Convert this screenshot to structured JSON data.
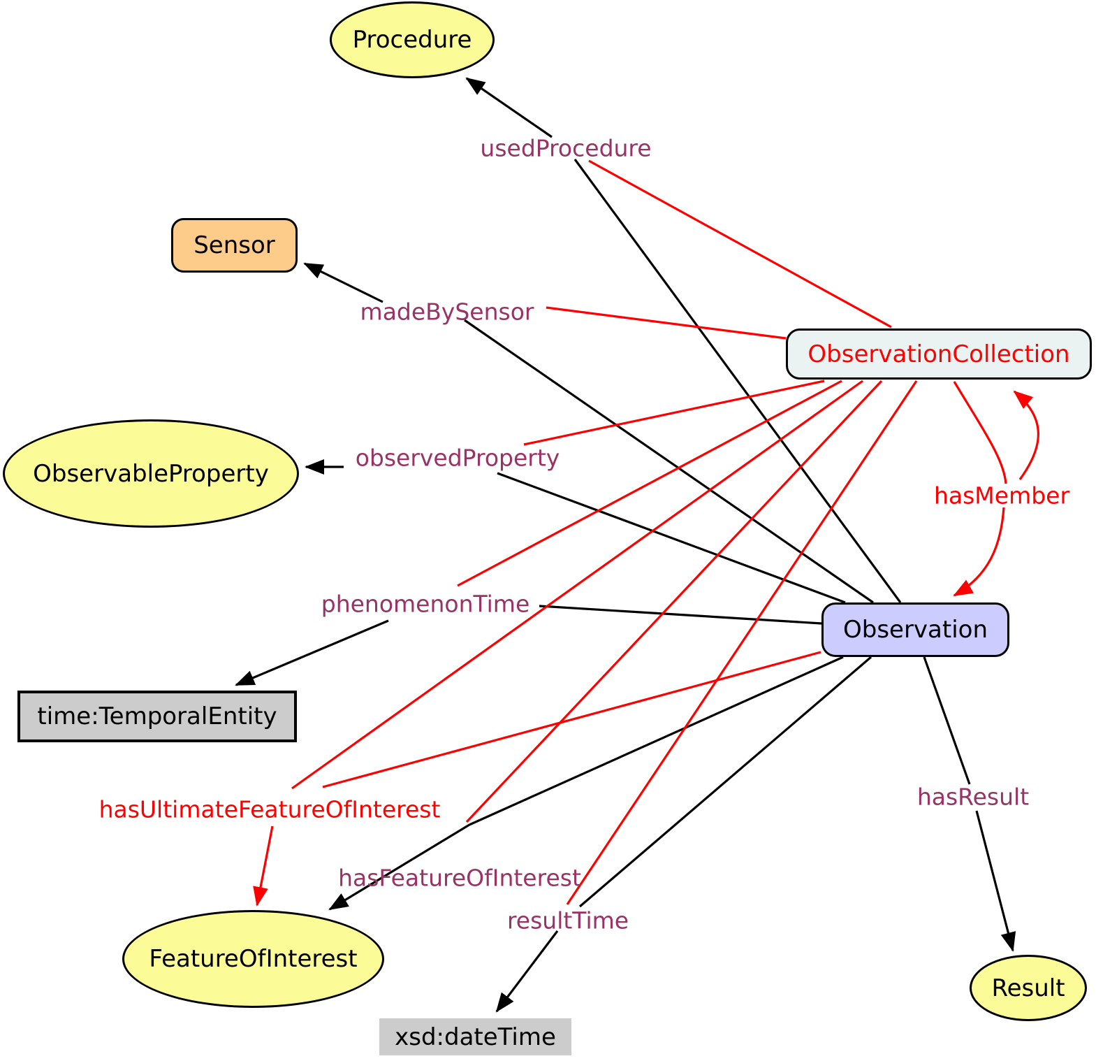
{
  "diagram": {
    "description": "SOSA ontology diagram of Observation and ObservationCollection with their properties",
    "colors": {
      "class_ellipse_fill": "#FBFB98",
      "sensor_fill": "#FDCC8A",
      "observation_collection_fill": "#EBF2F2",
      "observation_fill": "#CCCCFF",
      "datatype_fill": "#CCCCCC",
      "property_label": "#993366",
      "collection_edge": "#FF0000",
      "observation_edge": "#000000"
    },
    "nodes": {
      "procedure": {
        "label": "Procedure",
        "shape": "ellipse"
      },
      "sensor": {
        "label": "Sensor",
        "shape": "rounded-rect"
      },
      "observableProperty": {
        "label": "ObservableProperty",
        "shape": "ellipse"
      },
      "observationCollection": {
        "label": "ObservationCollection",
        "shape": "rounded-rect",
        "text_color": "#FF0000"
      },
      "observation": {
        "label": "Observation",
        "shape": "rounded-rect"
      },
      "temporalEntity": {
        "label": "time:TemporalEntity",
        "shape": "rect"
      },
      "featureOfInterest": {
        "label": "FeatureOfInterest",
        "shape": "ellipse"
      },
      "xsdDateTime": {
        "label": "xsd:dateTime",
        "shape": "rect"
      },
      "result": {
        "label": "Result",
        "shape": "ellipse"
      }
    },
    "edges": {
      "usedProcedure": {
        "label": "usedProcedure",
        "sources": [
          "Observation",
          "ObservationCollection"
        ],
        "target": "Procedure",
        "label_color": "#993366"
      },
      "madeBySensor": {
        "label": "madeBySensor",
        "sources": [
          "Observation",
          "ObservationCollection"
        ],
        "target": "Sensor",
        "label_color": "#993366"
      },
      "observedProperty": {
        "label": "observedProperty",
        "sources": [
          "Observation",
          "ObservationCollection"
        ],
        "target": "ObservableProperty",
        "label_color": "#993366"
      },
      "phenomenonTime": {
        "label": "phenomenonTime",
        "sources": [
          "Observation",
          "ObservationCollection"
        ],
        "target": "time:TemporalEntity",
        "label_color": "#993366"
      },
      "hasMember": {
        "label": "hasMember",
        "sources": [
          "ObservationCollection"
        ],
        "targets": [
          "Observation",
          "ObservationCollection"
        ],
        "label_color": "#FF0000"
      },
      "hasUltimateFeatureOfInterest": {
        "label": "hasUltimateFeatureOfInterest",
        "sources": [
          "Observation",
          "ObservationCollection"
        ],
        "target": "FeatureOfInterest",
        "label_color": "#FF0000"
      },
      "hasFeatureOfInterest": {
        "label": "hasFeatureOfInterest",
        "sources": [
          "Observation",
          "ObservationCollection"
        ],
        "target": "FeatureOfInterest",
        "label_color": "#993366"
      },
      "resultTime": {
        "label": "resultTime",
        "sources": [
          "Observation",
          "ObservationCollection"
        ],
        "target": "xsd:dateTime",
        "label_color": "#993366"
      },
      "hasResult": {
        "label": "hasResult",
        "sources": [
          "Observation"
        ],
        "target": "Result",
        "label_color": "#993366"
      }
    }
  }
}
